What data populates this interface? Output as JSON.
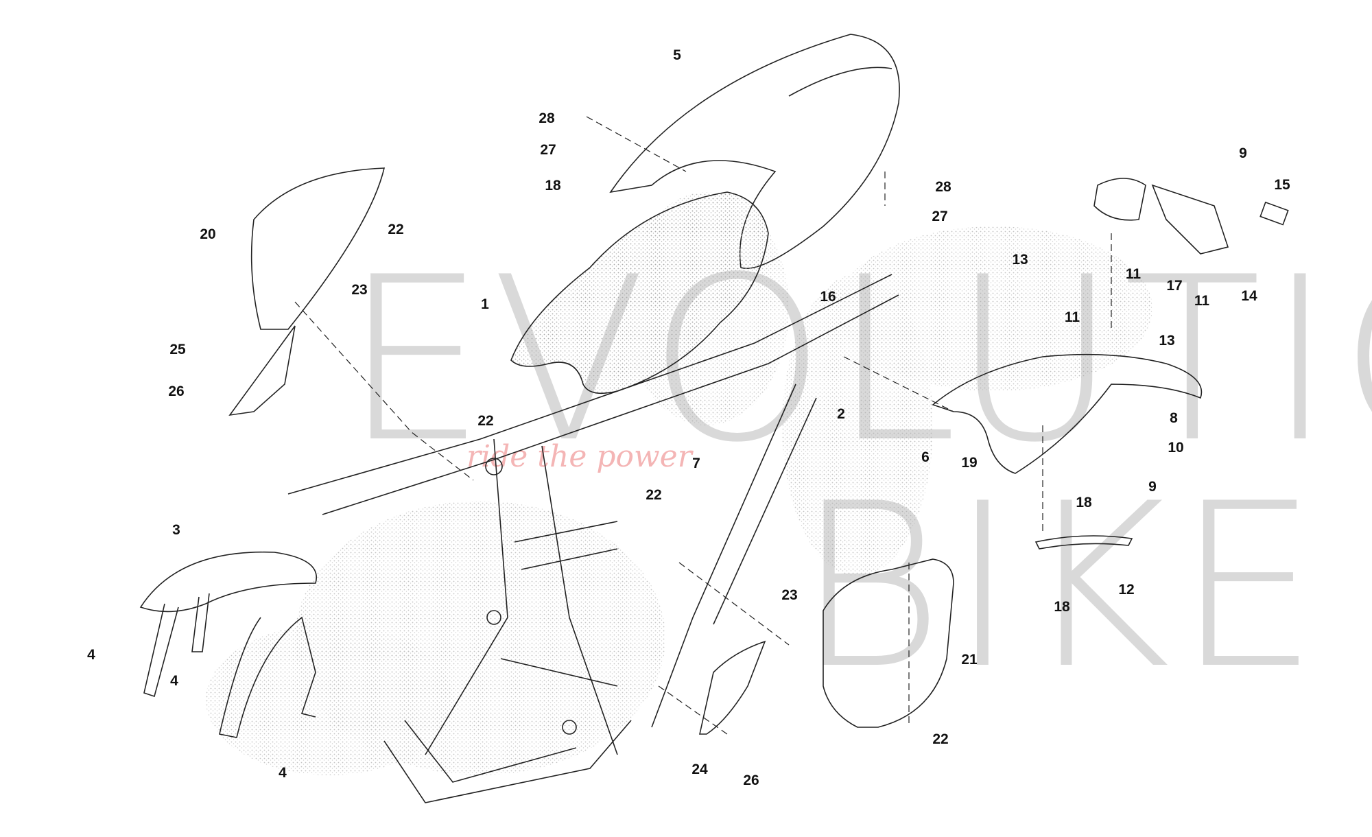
{
  "watermark": {
    "line1": "EVOLUTION",
    "line2": "BIKE",
    "tagline": "ride the power"
  },
  "callouts": [
    "5",
    "28",
    "27",
    "18",
    "28",
    "27",
    "20",
    "22",
    "23",
    "1",
    "25",
    "26",
    "22",
    "16",
    "2",
    "13",
    "11",
    "13",
    "9",
    "15",
    "11",
    "17",
    "11",
    "14",
    "8",
    "10",
    "9",
    "6",
    "19",
    "18",
    "7",
    "22",
    "3",
    "4",
    "4",
    "4",
    "23",
    "21",
    "12",
    "18",
    "22",
    "24",
    "26"
  ],
  "colors": {
    "line": "#222222",
    "stipple": "#bdbdbd",
    "watermark": "#d9d9d9",
    "tagline": "#f4b5b5"
  }
}
